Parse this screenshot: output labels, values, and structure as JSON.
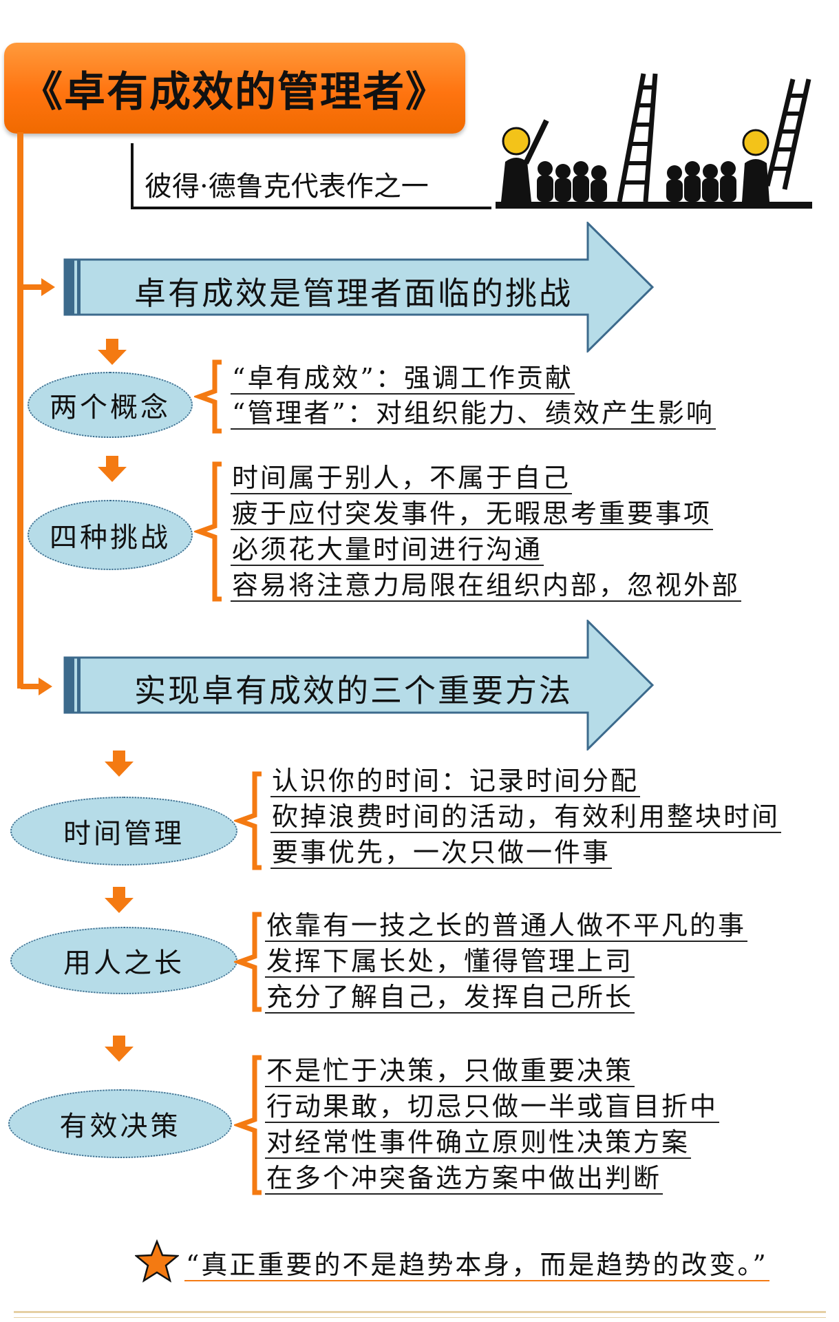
{
  "title": "《卓有成效的管理者》",
  "subtitle": "彼得·德鲁克代表作之一",
  "section1": {
    "heading": "卓有成效是管理者面临的挑战",
    "groups": [
      {
        "node": "两个概念",
        "items": [
          "“卓有成效”：强调工作贡献",
          "“管理者”：对组织能力、绩效产生影响"
        ]
      },
      {
        "node": "四种挑战",
        "items": [
          "时间属于别人，不属于自己",
          "疲于应付突发事件，无暇思考重要事项",
          "必须花大量时间进行沟通",
          "容易将注意力局限在组织内部，忽视外部"
        ]
      }
    ]
  },
  "section2": {
    "heading": "实现卓有成效的三个重要方法",
    "groups": [
      {
        "node": "时间管理",
        "items": [
          "认识你的时间：记录时间分配",
          "砍掉浪费时间的活动，有效利用整块时间",
          "要事优先，一次只做一件事"
        ]
      },
      {
        "node": "用人之长",
        "items": [
          "依靠有一技之长的普通人做不平凡的事",
          "发挥下属长处，懂得管理上司",
          "充分了解自己，发挥自己所长"
        ]
      },
      {
        "node": "有效决策",
        "items": [
          "不是忙于决策，只做重要决策",
          "行动果敢，切忌只做一半或盲目折中",
          "对经常性事件确立原则性决策方案",
          "在多个冲突备选方案中做出判断"
        ]
      }
    ]
  },
  "quote": "“真正重要的不是趋势本身，而是趋势的改变。”",
  "icons": {
    "illustration": "people-with-ladders-illustration",
    "star": "star-icon",
    "connector": "orange-arrow-icon"
  },
  "colors": {
    "orange": "#f47a12",
    "blue_fill": "#b6dce8",
    "blue_outline": "#3c6a8c"
  }
}
